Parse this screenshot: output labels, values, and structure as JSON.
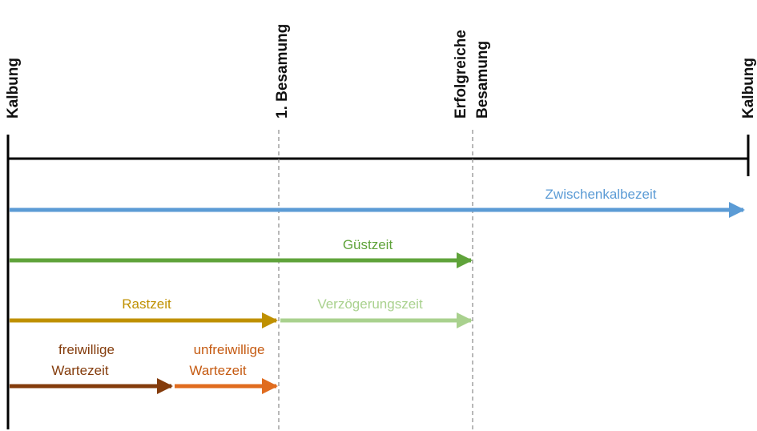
{
  "milestones": {
    "calving_start": "Kalbung",
    "first_insemination": "1. Besamung",
    "successful_insemination": [
      "Erfolgreiche",
      "Besamung"
    ],
    "calving_end": "Kalbung"
  },
  "intervals": {
    "zwischenkalbezeit": {
      "label": "Zwischenkalbezeit",
      "color": "#5b9bd5"
    },
    "guestzeit": {
      "label": "Güstzeit",
      "color": "#5fa33a"
    },
    "rastzeit": {
      "label": "Rastzeit",
      "color": "#bf9000"
    },
    "verzoegerungszeit": {
      "label": "Verzögerungszeit",
      "color": "#a9d18e"
    },
    "freiwillige_wartezeit": {
      "label": [
        "freiwillige",
        "Wartezeit"
      ],
      "color": "#843c0c"
    },
    "unfreiwillige_wartezeit": {
      "label": [
        "unfreiwillige",
        "Wartezeit"
      ],
      "color": "#e06c1f"
    }
  }
}
